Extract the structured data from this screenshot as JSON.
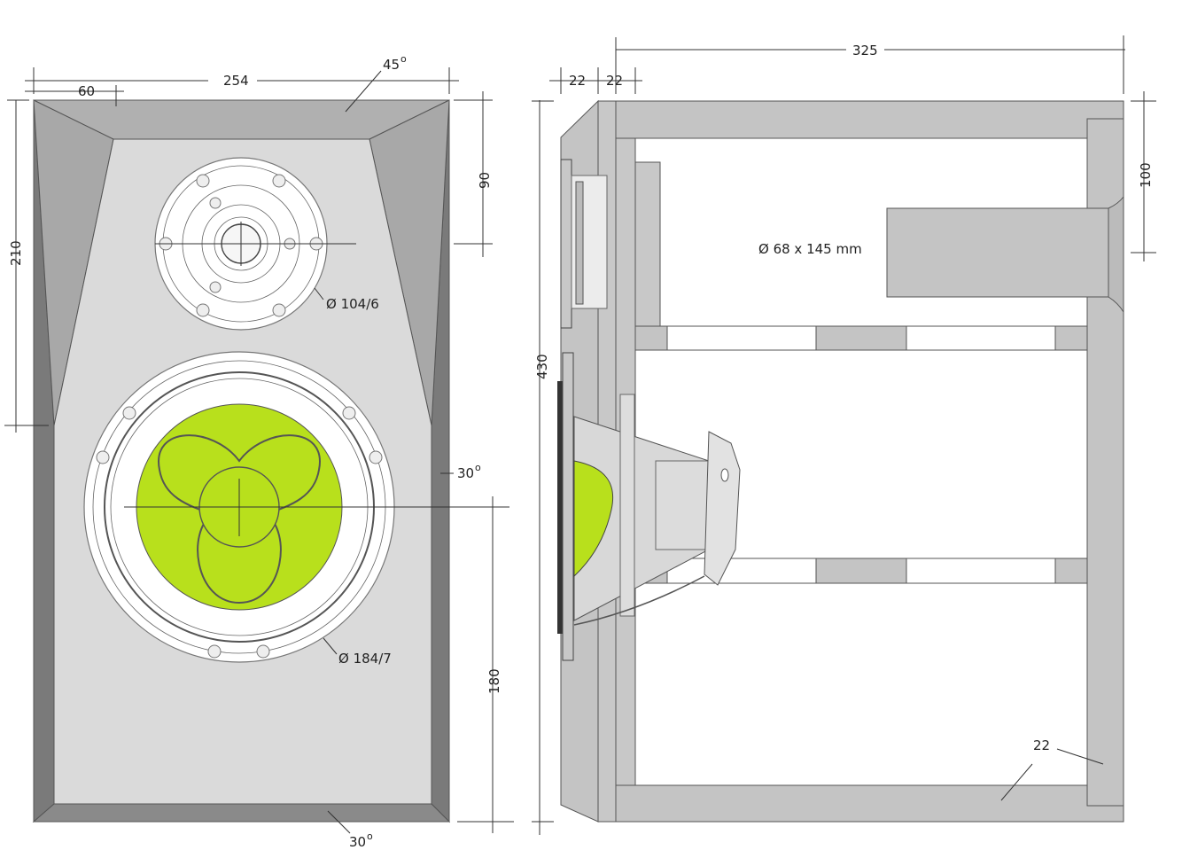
{
  "front_view": {
    "dim_top_width": "254",
    "dim_top_offset": "60",
    "dim_top_angle": "45",
    "dim_left_height": "210",
    "dim_right_tweeter": "90",
    "dim_right_angle": "30",
    "dim_bottom_angle": "30",
    "dim_woofer_height": "180",
    "tweeter_label": "Ø 104/6",
    "woofer_label": "Ø 184/7",
    "degree_symbol": "o"
  },
  "side_view": {
    "dim_depth": "325",
    "dim_panel_a": "22",
    "dim_panel_b": "22",
    "dim_height": "430",
    "dim_port": "100",
    "port_label": "Ø 68 x 145 mm",
    "dim_back_panel": "22"
  },
  "colors": {
    "panel_light": "#d8d8d8",
    "panel_mid": "#c4c4c4",
    "panel_dark": "#a8a8a8",
    "side_dark": "#7a7a7a",
    "cone": "#b8e01c"
  }
}
